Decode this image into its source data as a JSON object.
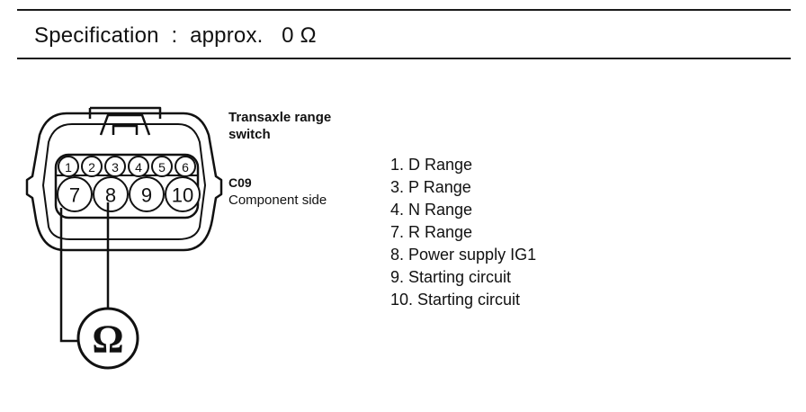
{
  "spec": {
    "label": "Specification",
    "separator": ":",
    "approx": "approx.",
    "value": "0",
    "unit": "Ω"
  },
  "connector": {
    "name_line1": "Transaxle range",
    "name_line2": "switch",
    "code": "C09",
    "side": "Component side",
    "top_pins": [
      "1",
      "2",
      "3",
      "4",
      "5",
      "6"
    ],
    "bottom_pins": [
      "7",
      "8",
      "9",
      "10"
    ]
  },
  "meter": {
    "symbol": "Ω",
    "probes": [
      "7",
      "8"
    ]
  },
  "legend": [
    "1. D Range",
    "3. P Range",
    "4. N Range",
    "7. R Range",
    "8. Power supply IG1",
    "9. Starting circuit",
    "10. Starting circuit"
  ]
}
